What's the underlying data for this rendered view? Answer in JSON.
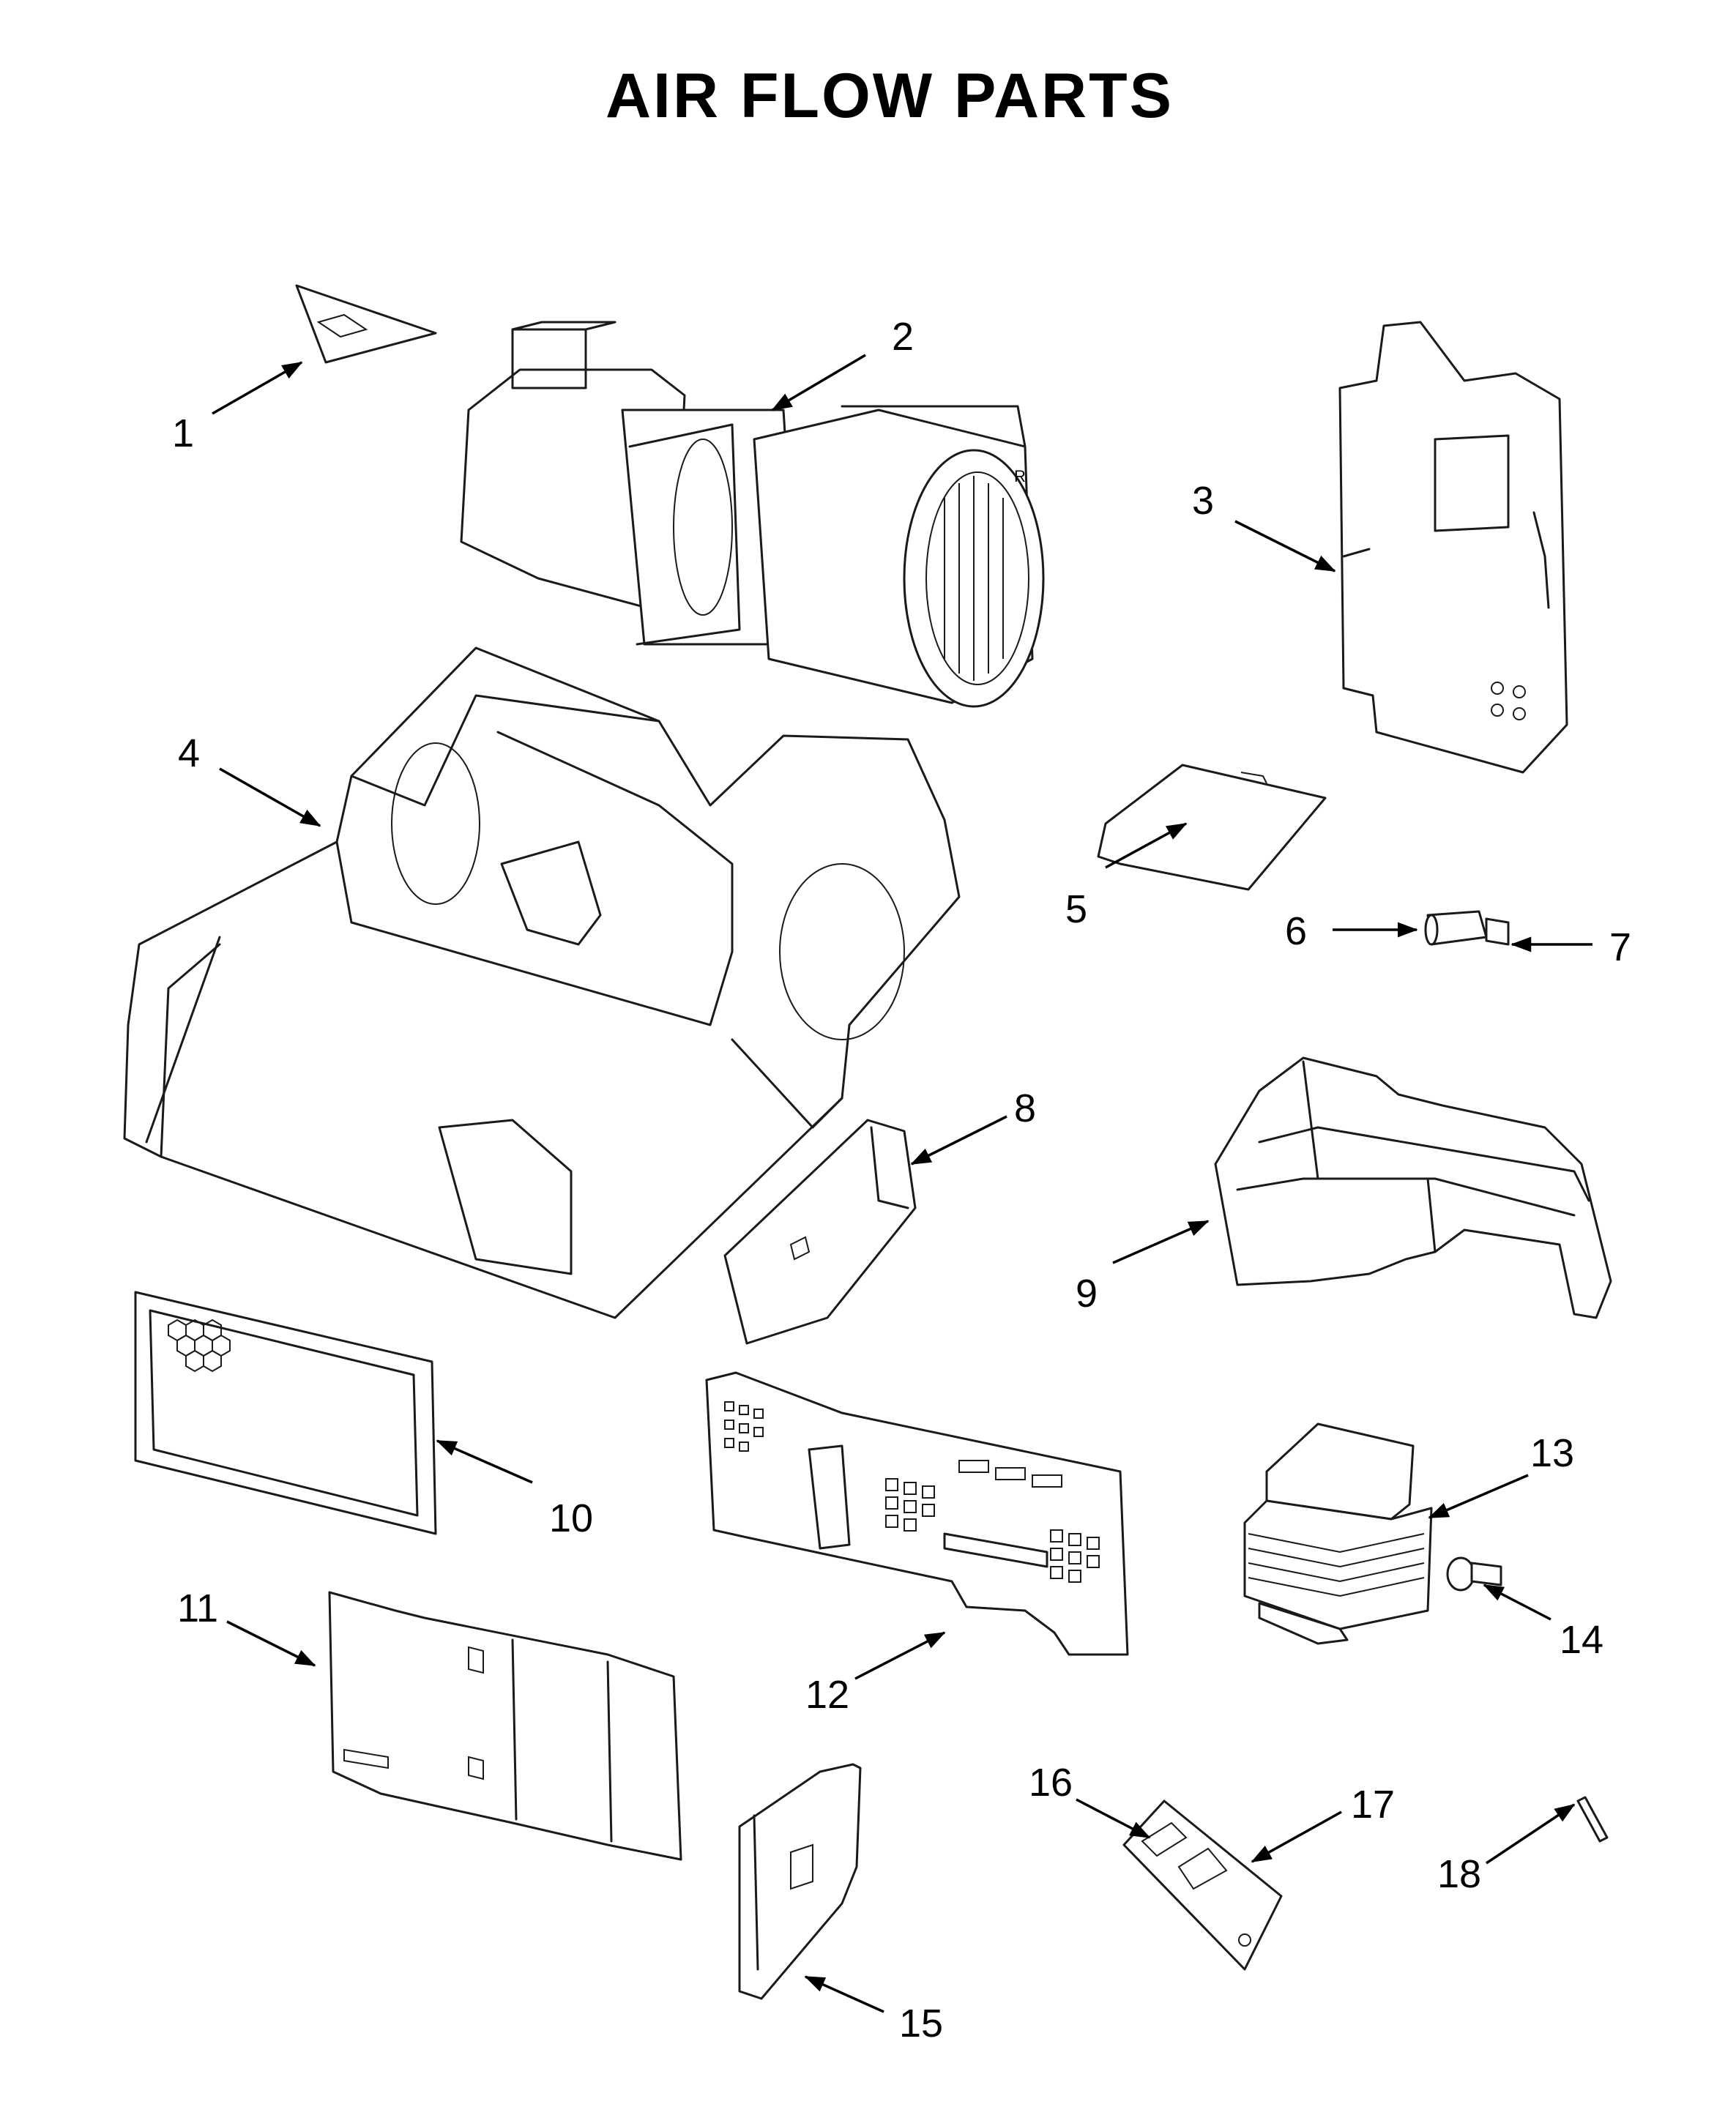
{
  "title": "AIR FLOW PARTS",
  "callouts": [
    {
      "id": "1",
      "label": "1"
    },
    {
      "id": "2",
      "label": "2"
    },
    {
      "id": "3",
      "label": "3"
    },
    {
      "id": "4",
      "label": "4"
    },
    {
      "id": "5",
      "label": "5"
    },
    {
      "id": "6",
      "label": "6"
    },
    {
      "id": "7",
      "label": "7"
    },
    {
      "id": "8",
      "label": "8"
    },
    {
      "id": "9",
      "label": "9"
    },
    {
      "id": "10",
      "label": "10"
    },
    {
      "id": "11",
      "label": "11"
    },
    {
      "id": "12",
      "label": "12"
    },
    {
      "id": "13",
      "label": "13"
    },
    {
      "id": "14",
      "label": "14"
    },
    {
      "id": "15",
      "label": "15"
    },
    {
      "id": "16",
      "label": "16"
    },
    {
      "id": "17",
      "label": "17"
    },
    {
      "id": "18",
      "label": "18"
    }
  ]
}
